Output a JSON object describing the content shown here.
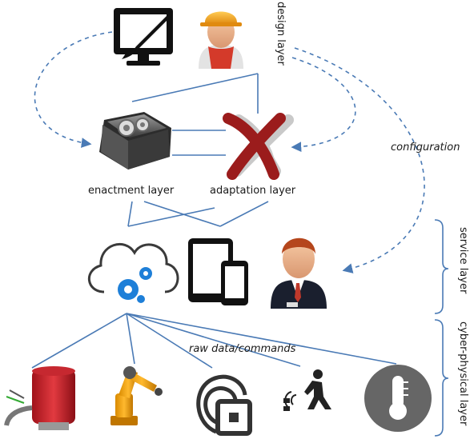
{
  "labels": {
    "design_layer": "design layer",
    "enactment_layer": "enactment layer",
    "adaptation_layer": "adaptation layer",
    "configuration": "configuration",
    "service_layer": "service layer",
    "raw_data": "raw data/commands",
    "cyber_physical_layer": "cyber-physical layer"
  },
  "icons": [
    "monitor-brush-icon",
    "engineer-icon",
    "gears-cube-icon",
    "adaptation-x-icon",
    "cloud-gears-icon",
    "tablet-phone-icon",
    "businessman-icon",
    "actuator-icon",
    "robot-arm-icon",
    "rfid-tag-icon",
    "motion-sensor-icon",
    "thermometer-icon"
  ],
  "colors": {
    "connector": "#4a7ab5",
    "dashed": "#4a7ab5",
    "cloud_accent": "#1e7fd8",
    "adaptation_red": "#9b1c1c",
    "bracket": "#4a7ab5"
  }
}
